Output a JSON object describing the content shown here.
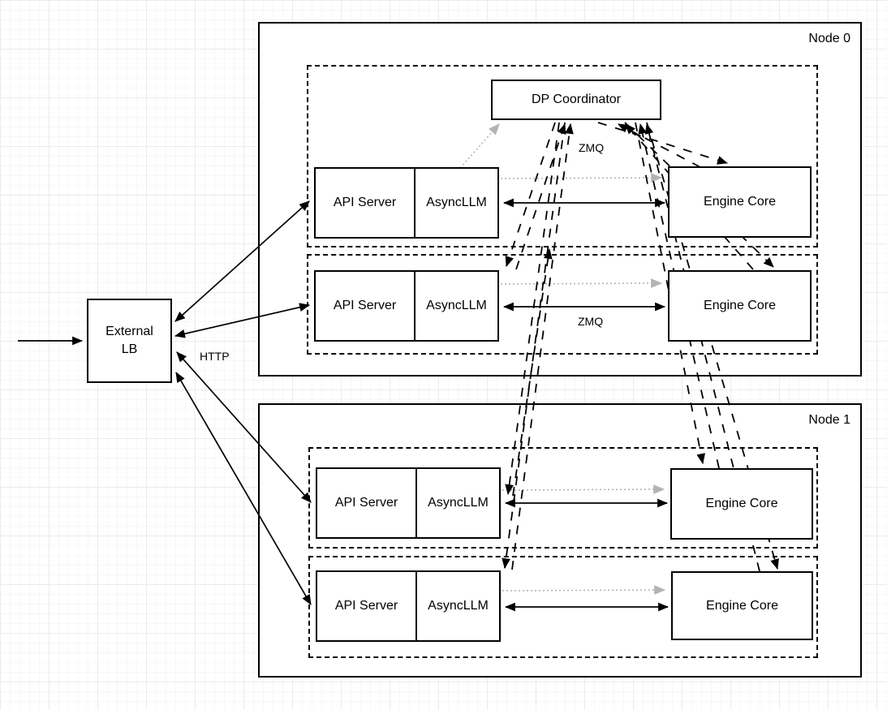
{
  "diagram": {
    "node0": {
      "label": "Node 0"
    },
    "node1": {
      "label": "Node 1"
    },
    "dp_coordinator": {
      "label": "DP Coordinator"
    },
    "external_lb": {
      "line1": "External",
      "line2": "LB"
    },
    "rows": [
      {
        "api": "API Server",
        "async": "AsyncLLM",
        "engine": "Engine Core",
        "node": "Node 0"
      },
      {
        "api": "API Server",
        "async": "AsyncLLM",
        "engine": "Engine Core",
        "node": "Node 0"
      },
      {
        "api": "API Server",
        "async": "AsyncLLM",
        "engine": "Engine Core",
        "node": "Node 1"
      },
      {
        "api": "API Server",
        "async": "AsyncLLM",
        "engine": "Engine Core",
        "node": "Node 1"
      }
    ],
    "labels": {
      "http": "HTTP",
      "zmq_coordinator": "ZMQ",
      "zmq_row": "ZMQ"
    },
    "colors": {
      "line": "#000000",
      "muted_arrow": "#b3b3b3",
      "shape_fill": "#ffffff",
      "grid": "#ebebeb"
    },
    "edges": [
      {
        "from": "inbound-traffic",
        "to": "external-lb",
        "style": "solid",
        "direction": "one-way"
      },
      {
        "from": "external-lb",
        "to": "api-server-node0-row1",
        "style": "solid",
        "direction": "two-way",
        "label": "HTTP"
      },
      {
        "from": "external-lb",
        "to": "api-server-node0-row2",
        "style": "solid",
        "direction": "two-way",
        "label": "HTTP"
      },
      {
        "from": "external-lb",
        "to": "api-server-node1-row1",
        "style": "solid",
        "direction": "two-way",
        "label": "HTTP"
      },
      {
        "from": "external-lb",
        "to": "api-server-node1-row2",
        "style": "solid",
        "direction": "two-way",
        "label": "HTTP"
      },
      {
        "from": "asyncllm-node0-row1",
        "to": "engine-core-node0-row1",
        "style": "solid",
        "direction": "two-way",
        "label": "ZMQ"
      },
      {
        "from": "asyncllm-node0-row2",
        "to": "engine-core-node0-row2",
        "style": "solid",
        "direction": "two-way",
        "label": "ZMQ"
      },
      {
        "from": "asyncllm-node1-row1",
        "to": "engine-core-node1-row1",
        "style": "solid",
        "direction": "two-way"
      },
      {
        "from": "asyncllm-node1-row2",
        "to": "engine-core-node1-row2",
        "style": "solid",
        "direction": "two-way"
      },
      {
        "from": "asyncllm-node0-row1",
        "to": "dp-coordinator",
        "style": "dotted-gray",
        "direction": "one-way"
      },
      {
        "from": "asyncllm-node0-row1",
        "to": "engine-core-node0-row1",
        "style": "dotted-gray",
        "direction": "one-way"
      },
      {
        "from": "asyncllm-node0-row2",
        "to": "engine-core-node0-row2",
        "style": "dotted-gray",
        "direction": "one-way"
      },
      {
        "from": "asyncllm-node1-row1",
        "to": "engine-core-node1-row1",
        "style": "dotted-gray",
        "direction": "one-way"
      },
      {
        "from": "asyncllm-node1-row2",
        "to": "engine-core-node1-row2",
        "style": "dotted-gray",
        "direction": "one-way"
      },
      {
        "from": "dp-coordinator",
        "to": "engine-core-node0-row1",
        "style": "dashed",
        "direction": "two-way",
        "label": "ZMQ"
      },
      {
        "from": "dp-coordinator",
        "to": "engine-core-node0-row2",
        "style": "dashed",
        "direction": "two-way"
      },
      {
        "from": "dp-coordinator",
        "to": "engine-core-node1-row1",
        "style": "dashed",
        "direction": "two-way"
      },
      {
        "from": "dp-coordinator",
        "to": "engine-core-node1-row2",
        "style": "dashed",
        "direction": "two-way"
      },
      {
        "from": "dp-coordinator",
        "to": "asyncllm-node0-row2",
        "style": "dashed",
        "direction": "two-way"
      },
      {
        "from": "dp-coordinator",
        "to": "asyncllm-node1-row1",
        "style": "dashed",
        "direction": "two-way"
      },
      {
        "from": "dp-coordinator",
        "to": "asyncllm-node1-row2",
        "style": "dashed",
        "direction": "two-way"
      }
    ]
  }
}
